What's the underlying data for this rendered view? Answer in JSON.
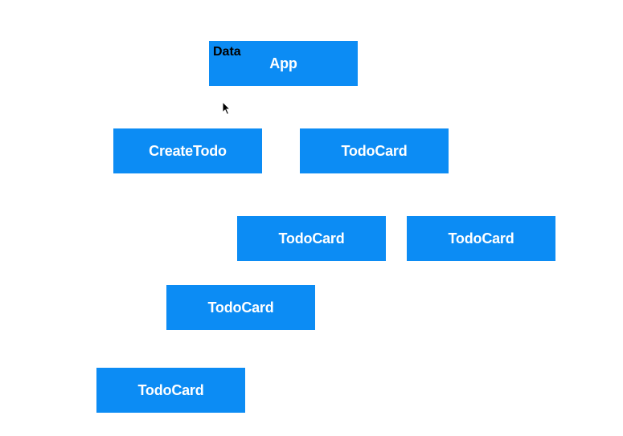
{
  "nodes": {
    "app": {
      "label": "App",
      "tag": "Data"
    },
    "create_todo": {
      "label": "CreateTodo"
    },
    "todo_card_1": {
      "label": "TodoCard"
    },
    "todo_card_2": {
      "label": "TodoCard"
    },
    "todo_card_3": {
      "label": "TodoCard"
    },
    "todo_card_4": {
      "label": "TodoCard"
    },
    "todo_card_5": {
      "label": "TodoCard"
    }
  },
  "colors": {
    "box_fill": "#0c8cf4",
    "box_text": "#ffffff",
    "tag_text": "#000000",
    "background": "#ffffff"
  },
  "icons": {
    "cursor": "mouse-pointer-icon"
  }
}
